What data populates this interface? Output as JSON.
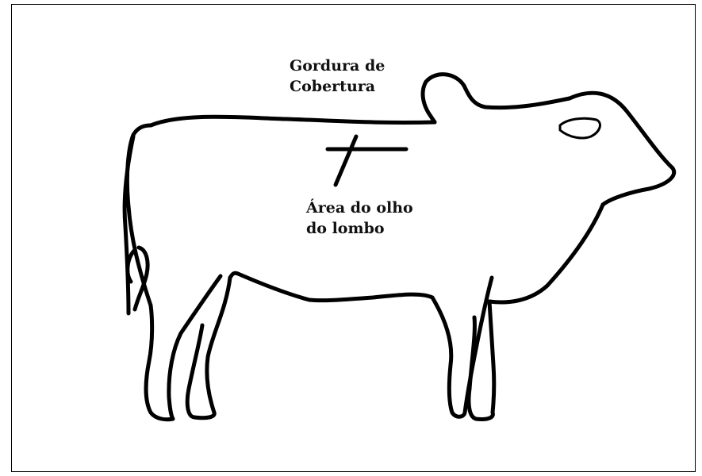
{
  "labels": {
    "fat_cover": {
      "line1": "Gordura de",
      "line2": "Cobertura"
    },
    "loin_eye": {
      "line1": "Área do olho",
      "line2": "do lombo"
    }
  },
  "colors": {
    "outline": "#000000",
    "background": "#ffffff"
  }
}
